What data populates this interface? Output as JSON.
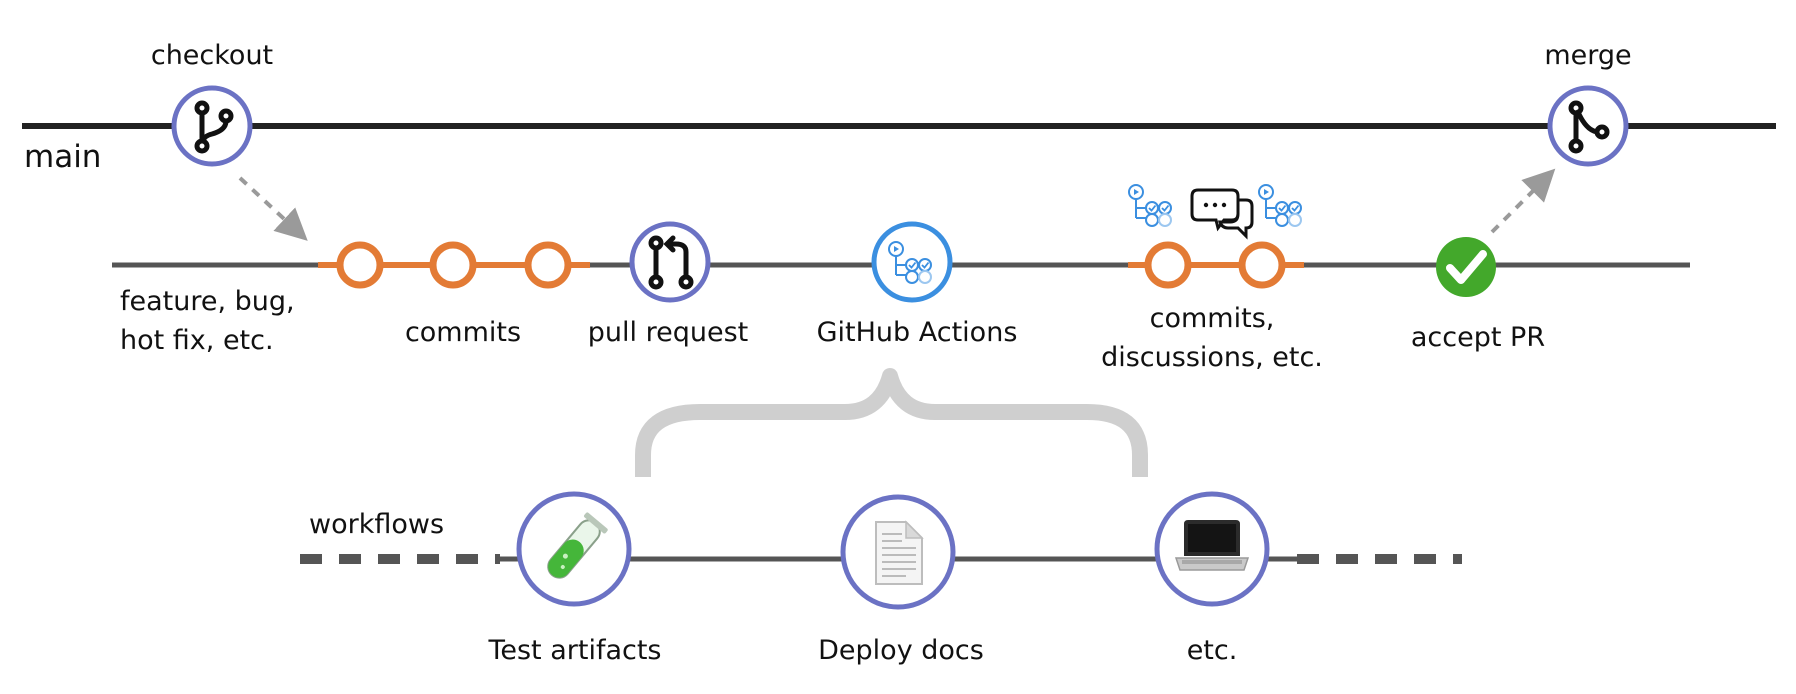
{
  "labels": {
    "checkout": "checkout",
    "merge": "merge",
    "main": "main",
    "feature_line1": "feature, bug,",
    "feature_line2": "hot fix, etc.",
    "commits": "commits",
    "pull_request": "pull request",
    "github_actions": "GitHub Actions",
    "commits_disc_line1": "commits,",
    "commits_disc_line2": "discussions, etc.",
    "accept_pr": "accept PR",
    "workflows": "workflows",
    "test_artifacts": "Test artifacts",
    "deploy_docs": "Deploy docs",
    "etc": "etc."
  },
  "colors": {
    "branch_ring": "#6b72c4",
    "commit": "#e37b35",
    "actions_blue": "#3b8fe0",
    "accept_green": "#43a82b",
    "line": "#3a3a3a",
    "arrow": "#9a9a9a",
    "brace": "#cfcfcf"
  },
  "icons": {
    "checkout": "git-branch-icon",
    "merge": "git-merge-icon",
    "pull_request": "git-pull-request-icon",
    "github_actions": "workflow-icon",
    "discussion": "chat-bubbles-icon",
    "accept": "check-circle-icon",
    "test_artifacts": "test-tube-icon",
    "deploy_docs": "document-icon",
    "etc_workflow": "laptop-icon"
  }
}
